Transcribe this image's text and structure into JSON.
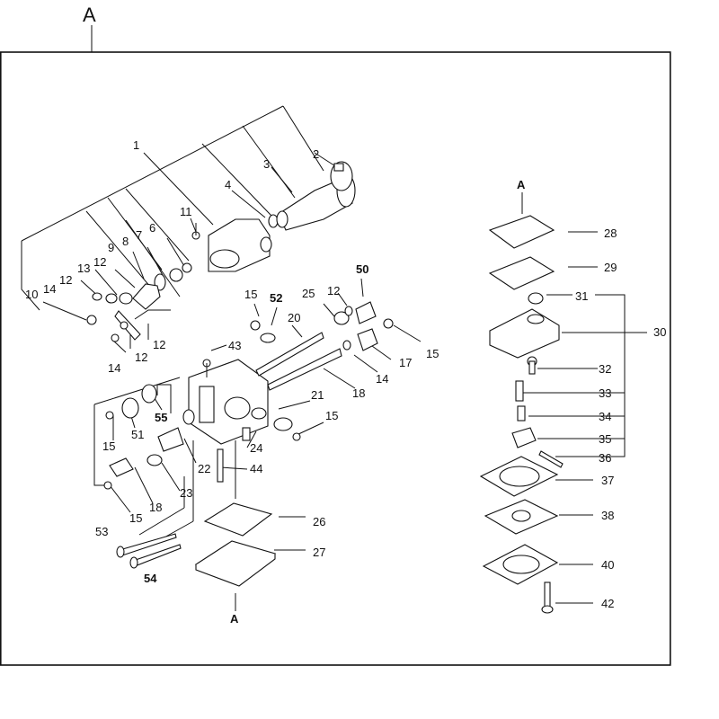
{
  "figure": {
    "corner_label": "A",
    "ref_label_left": "A",
    "ref_label_right": "A"
  },
  "callouts": [
    {
      "id": "1",
      "text": "1",
      "bold": false
    },
    {
      "id": "2",
      "text": "2",
      "bold": false
    },
    {
      "id": "3",
      "text": "3",
      "bold": false
    },
    {
      "id": "4",
      "text": "4",
      "bold": false
    },
    {
      "id": "6",
      "text": "6",
      "bold": false
    },
    {
      "id": "7",
      "text": "7",
      "bold": false
    },
    {
      "id": "8",
      "text": "8",
      "bold": false
    },
    {
      "id": "9",
      "text": "9",
      "bold": false
    },
    {
      "id": "10",
      "text": "10",
      "bold": false
    },
    {
      "id": "11",
      "text": "11",
      "bold": false
    },
    {
      "id": "12a",
      "text": "12",
      "bold": false
    },
    {
      "id": "12b",
      "text": "12",
      "bold": false
    },
    {
      "id": "12c",
      "text": "12",
      "bold": false
    },
    {
      "id": "12d",
      "text": "12",
      "bold": false
    },
    {
      "id": "12e",
      "text": "12",
      "bold": false
    },
    {
      "id": "13",
      "text": "13",
      "bold": false
    },
    {
      "id": "14a",
      "text": "14",
      "bold": false
    },
    {
      "id": "14b",
      "text": "14",
      "bold": false
    },
    {
      "id": "14c",
      "text": "14",
      "bold": false
    },
    {
      "id": "15a",
      "text": "15",
      "bold": false
    },
    {
      "id": "15b",
      "text": "15",
      "bold": false
    },
    {
      "id": "15c",
      "text": "15",
      "bold": false
    },
    {
      "id": "15d",
      "text": "15",
      "bold": false
    },
    {
      "id": "15e",
      "text": "15",
      "bold": false
    },
    {
      "id": "17",
      "text": "17",
      "bold": false
    },
    {
      "id": "18a",
      "text": "18",
      "bold": false
    },
    {
      "id": "18b",
      "text": "18",
      "bold": false
    },
    {
      "id": "20",
      "text": "20",
      "bold": false
    },
    {
      "id": "21",
      "text": "21",
      "bold": false
    },
    {
      "id": "22",
      "text": "22",
      "bold": false
    },
    {
      "id": "23",
      "text": "23",
      "bold": false
    },
    {
      "id": "24",
      "text": "24",
      "bold": false
    },
    {
      "id": "25",
      "text": "25",
      "bold": false
    },
    {
      "id": "26",
      "text": "26",
      "bold": false
    },
    {
      "id": "27",
      "text": "27",
      "bold": false
    },
    {
      "id": "28",
      "text": "28",
      "bold": false
    },
    {
      "id": "29",
      "text": "29",
      "bold": false
    },
    {
      "id": "30",
      "text": "30",
      "bold": false
    },
    {
      "id": "31",
      "text": "31",
      "bold": false
    },
    {
      "id": "32",
      "text": "32",
      "bold": false
    },
    {
      "id": "33",
      "text": "33",
      "bold": false
    },
    {
      "id": "34",
      "text": "34",
      "bold": false
    },
    {
      "id": "35",
      "text": "35",
      "bold": false
    },
    {
      "id": "36",
      "text": "36",
      "bold": false
    },
    {
      "id": "37",
      "text": "37",
      "bold": false
    },
    {
      "id": "38",
      "text": "38",
      "bold": false
    },
    {
      "id": "40",
      "text": "40",
      "bold": false
    },
    {
      "id": "42",
      "text": "42",
      "bold": false
    },
    {
      "id": "43",
      "text": "43",
      "bold": false
    },
    {
      "id": "44",
      "text": "44",
      "bold": false
    },
    {
      "id": "50",
      "text": "50",
      "bold": true
    },
    {
      "id": "51",
      "text": "51",
      "bold": false
    },
    {
      "id": "52",
      "text": "52",
      "bold": true
    },
    {
      "id": "53",
      "text": "53",
      "bold": false
    },
    {
      "id": "54",
      "text": "54",
      "bold": true
    },
    {
      "id": "55",
      "text": "55",
      "bold": true
    }
  ]
}
